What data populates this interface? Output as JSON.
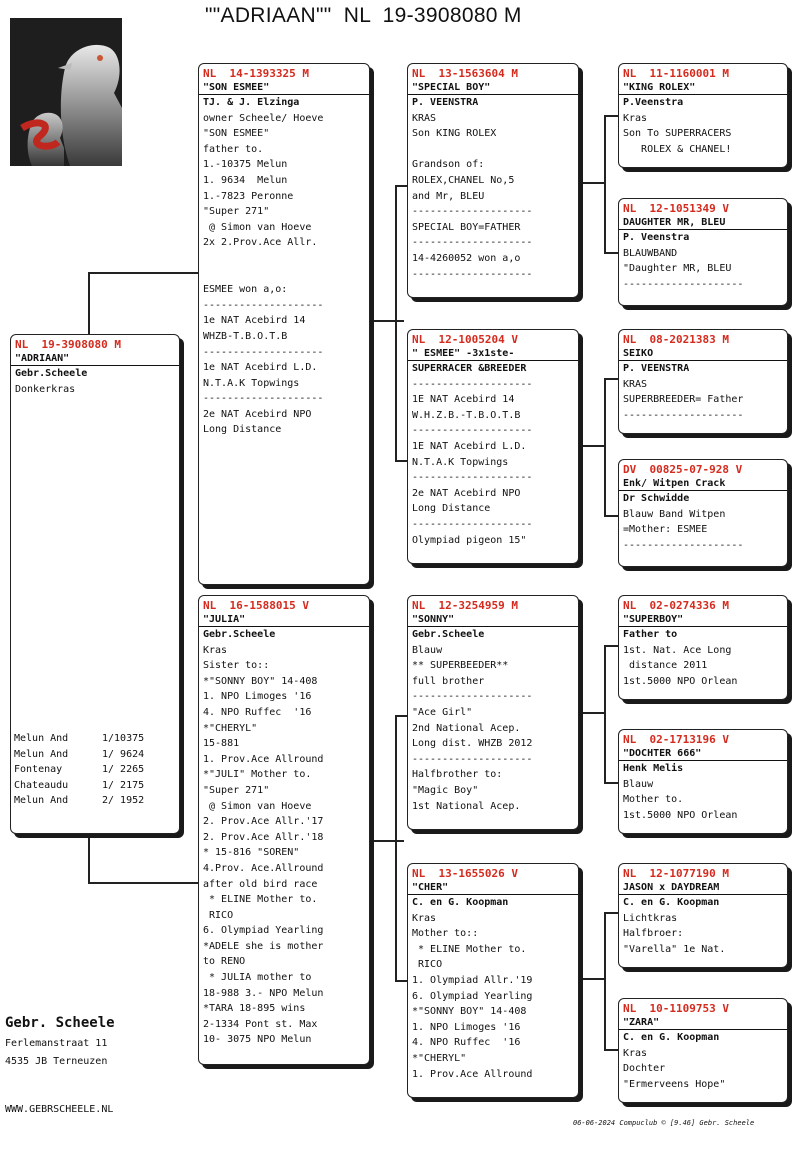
{
  "header": {
    "title": "\"\"ADRIAAN\"\"  NL  19-3908080 M"
  },
  "subject": {
    "ring": "NL  19-3908080 M",
    "name": "\"ADRIAAN\"",
    "lines": [
      {
        "t": "Gebr.Scheele",
        "bold": true
      },
      {
        "t": "Donkerkras"
      }
    ],
    "results": [
      {
        "place": "Melun And",
        "score": "1/10375"
      },
      {
        "place": "Melun And",
        "score": "1/ 9624"
      },
      {
        "place": "Fontenay",
        "score": "1/ 2265"
      },
      {
        "place": "Chateaudu",
        "score": "1/ 2175"
      },
      {
        "place": "Melun And",
        "score": "2/ 1952"
      }
    ]
  },
  "father": {
    "ring": "NL  14-1393325 M",
    "name": "\"SON ESMEE\"",
    "lines": [
      {
        "t": "TJ. & J. Elzinga",
        "bold": true
      },
      {
        "t": "owner Scheele/ Hoeve"
      },
      {
        "t": "\"SON ESMEE\""
      },
      {
        "t": "father to."
      },
      {
        "t": "1.-10375 Melun"
      },
      {
        "t": "1. 9634  Melun"
      },
      {
        "t": "1.-7823 Peronne"
      },
      {
        "t": "\"Super 271\""
      },
      {
        "t": " @ Simon van Hoeve"
      },
      {
        "t": "2x 2.Prov.Ace Allr."
      },
      {
        "t": ""
      },
      {
        "t": ""
      },
      {
        "t": "ESMEE won a,o:"
      },
      {
        "t": "--------------------"
      },
      {
        "t": "1e NAT Acebird 14"
      },
      {
        "t": "WHZB-T.B.O.T.B"
      },
      {
        "t": "--------------------"
      },
      {
        "t": "1e NAT Acebird L.D."
      },
      {
        "t": "N.T.A.K Topwings"
      },
      {
        "t": "--------------------"
      },
      {
        "t": "2e NAT Acebird NPO"
      },
      {
        "t": "Long Distance"
      }
    ]
  },
  "mother": {
    "ring": "NL  16-1588015 V",
    "name": "\"JULIA\"",
    "lines": [
      {
        "t": "Gebr.Scheele",
        "bold": true
      },
      {
        "t": "Kras"
      },
      {
        "t": "Sister to::"
      },
      {
        "t": "*\"SONNY BOY\" 14-408"
      },
      {
        "t": "1. NPO Limoges '16"
      },
      {
        "t": "4. NPO Ruffec  '16"
      },
      {
        "t": "*\"CHERYL\""
      },
      {
        "t": "15-881"
      },
      {
        "t": "1. Prov.Ace Allround"
      },
      {
        "t": "*\"JULI\" Mother to."
      },
      {
        "t": "\"Super 271\""
      },
      {
        "t": " @ Simon van Hoeve"
      },
      {
        "t": "2. Prov.Ace Allr.'17"
      },
      {
        "t": "2. Prov.Ace Allr.'18"
      },
      {
        "t": "* 15-816 \"SOREN\""
      },
      {
        "t": "4.Prov. Ace.Allround"
      },
      {
        "t": "after old bird race"
      },
      {
        "t": " * ELINE Mother to."
      },
      {
        "t": " RICO"
      },
      {
        "t": "6. Olympiad Yearling"
      },
      {
        "t": "*ADELE she is mother"
      },
      {
        "t": "to RENO"
      },
      {
        "t": " * JULIA mother to"
      },
      {
        "t": "18-988 3.- NPO Melun"
      },
      {
        "t": "*TARA 18-895 wins"
      },
      {
        "t": "2-1334 Pont st. Max"
      },
      {
        "t": "10- 3075 NPO Melun"
      }
    ]
  },
  "ff": {
    "ring": "NL  13-1563604 M",
    "name": "\"SPECIAL BOY\"",
    "lines": [
      {
        "t": "P. VEENSTRA",
        "bold": true
      },
      {
        "t": "KRAS"
      },
      {
        "t": "Son KING ROLEX"
      },
      {
        "t": ""
      },
      {
        "t": "Grandson of:"
      },
      {
        "t": "ROLEX,CHANEL No,5"
      },
      {
        "t": "and Mr, BLEU"
      },
      {
        "t": "--------------------"
      },
      {
        "t": "SPECIAL BOY=FATHER"
      },
      {
        "t": "--------------------"
      },
      {
        "t": "14-4260052 won a,o"
      },
      {
        "t": "--------------------"
      }
    ]
  },
  "fm": {
    "ring": "NL  12-1005204 V",
    "name": "\" ESMEE\" -3x1ste-",
    "lines": [
      {
        "t": "SUPERRACER &BREEDER",
        "bold": true
      },
      {
        "t": "--------------------"
      },
      {
        "t": "1E NAT Acebird 14"
      },
      {
        "t": "W.H.Z.B.-T.B.O.T.B"
      },
      {
        "t": "--------------------"
      },
      {
        "t": "1E NAT Acebird L.D."
      },
      {
        "t": "N.T.A.K Topwings"
      },
      {
        "t": "--------------------"
      },
      {
        "t": "2e NAT Acebird NPO"
      },
      {
        "t": "Long Distance"
      },
      {
        "t": "--------------------"
      },
      {
        "t": "Olympiad pigeon 15\""
      }
    ]
  },
  "mf": {
    "ring": "NL  12-3254959 M",
    "name": "\"SONNY\"",
    "lines": [
      {
        "t": "Gebr.Scheele",
        "bold": true
      },
      {
        "t": "Blauw"
      },
      {
        "t": "** SUPERBEEDER**"
      },
      {
        "t": "full brother"
      },
      {
        "t": "--------------------"
      },
      {
        "t": "\"Ace Girl\""
      },
      {
        "t": "2nd National Acep."
      },
      {
        "t": "Long dist. WHZB 2012"
      },
      {
        "t": "--------------------"
      },
      {
        "t": "Halfbrother to:"
      },
      {
        "t": "\"Magic Boy\""
      },
      {
        "t": "1st National Acep."
      }
    ]
  },
  "mm": {
    "ring": "NL  13-1655026 V",
    "name": "\"CHER\"",
    "lines": [
      {
        "t": "C. en G. Koopman",
        "bold": true
      },
      {
        "t": "Kras"
      },
      {
        "t": "Mother to::"
      },
      {
        "t": " * ELINE Mother to."
      },
      {
        "t": " RICO"
      },
      {
        "t": "1. Olympiad Allr.'19"
      },
      {
        "t": "6. Olympiad Yearling"
      },
      {
        "t": "*\"SONNY BOY\" 14-408"
      },
      {
        "t": "1. NPO Limoges '16"
      },
      {
        "t": "4. NPO Ruffec  '16"
      },
      {
        "t": "*\"CHERYL\""
      },
      {
        "t": "1. Prov.Ace Allround"
      }
    ]
  },
  "fff": {
    "ring": "NL  11-1160001 M",
    "name": "\"KING ROLEX\"",
    "lines": [
      {
        "t": "P.Veenstra",
        "bold": true
      },
      {
        "t": "Kras"
      },
      {
        "t": "Son To SUPERRACERS"
      },
      {
        "t": "   ROLEX & CHANEL!"
      }
    ]
  },
  "ffm": {
    "ring": "NL  12-1051349 V",
    "name": "DAUGHTER MR, BLEU",
    "lines": [
      {
        "t": "P. Veenstra",
        "bold": true
      },
      {
        "t": "BLAUWBAND"
      },
      {
        "t": "\"Daughter MR, BLEU"
      },
      {
        "t": "--------------------"
      }
    ]
  },
  "fmf": {
    "ring": "NL  08-2021383 M",
    "name": "SEIKO",
    "lines": [
      {
        "t": "P. VEENSTRA",
        "bold": true
      },
      {
        "t": "KRAS"
      },
      {
        "t": "SUPERBREEDER= Father"
      },
      {
        "t": "--------------------"
      }
    ]
  },
  "fmm": {
    "ring": "DV  00825-07-928 V",
    "name": "Enk/ Witpen Crack",
    "lines": [
      {
        "t": "Dr Schwidde",
        "bold": true
      },
      {
        "t": "Blauw Band Witpen"
      },
      {
        "t": "=Mother: ESMEE"
      },
      {
        "t": "--------------------"
      }
    ]
  },
  "mff": {
    "ring": "NL  02-0274336 M",
    "name": "\"SUPERBOY\"",
    "lines": [
      {
        "t": "Father to",
        "bold": true
      },
      {
        "t": "1st. Nat. Ace Long"
      },
      {
        "t": " distance 2011"
      },
      {
        "t": "1st.5000 NPO Orlean"
      }
    ]
  },
  "mfm": {
    "ring": "NL  02-1713196 V",
    "name": "\"DOCHTER 666\"",
    "lines": [
      {
        "t": "Henk Melis",
        "bold": true
      },
      {
        "t": "Blauw"
      },
      {
        "t": "Mother to."
      },
      {
        "t": "1st.5000 NPO Orlean"
      }
    ]
  },
  "mmf": {
    "ring": "NL  12-1077190 M",
    "name": "JASON x DAYDREAM",
    "lines": [
      {
        "t": "C. en G. Koopman",
        "bold": true
      },
      {
        "t": "Lichtkras"
      },
      {
        "t": "Halfbroer:"
      },
      {
        "t": "\"Varella\" 1e Nat."
      }
    ]
  },
  "mmm": {
    "ring": "NL  10-1109753 V",
    "name": "\"ZARA\"",
    "lines": [
      {
        "t": "C. en G. Koopman",
        "bold": true
      },
      {
        "t": "Kras"
      },
      {
        "t": "Dochter"
      },
      {
        "t": "\"Ermerveens Hope\""
      }
    ]
  },
  "loft": {
    "name": "Gebr. Scheele",
    "address1": "Ferlemanstraat 11",
    "address2": "4535 JB  Terneuzen",
    "website": "WWW.GEBRSCHEELE.NL"
  },
  "footer": {
    "text": "06-06-2024   Compuclub © [9.46]  Gebr. Scheele"
  },
  "colors": {
    "ring": "#d42b1e",
    "logo_red": "#c0281f",
    "border": "#222222"
  }
}
